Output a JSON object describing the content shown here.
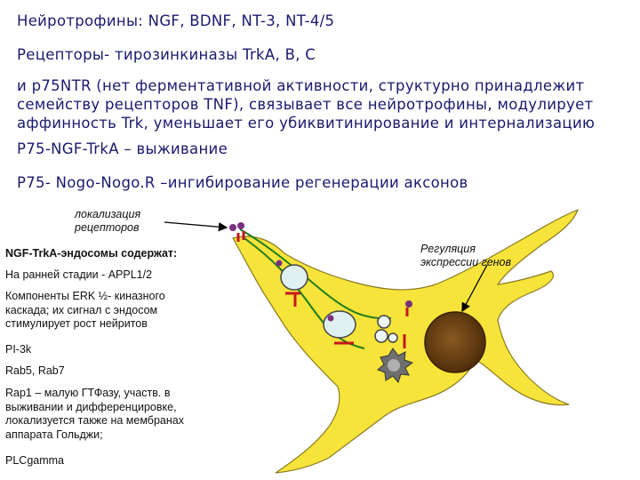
{
  "slide": {
    "line1": "Нейротрофины: NGF, BDNF, NT-3, NT-4/5",
    "line2": "Рецепторы- тирозинкиназы TrkA, B, C",
    "p75_paragraph": [
      "и p75NTR (нет ферментативной активности, структурно принадлежит",
      "семейству рецепторов TNF), связывает все нейротрофины, модулирует",
      "аффинность Trk, уменьшает его убиквитинирование и интернализацию"
    ],
    "line_survival": "P75-NGF-TrkA – выживание",
    "line_nogo": "P75- Nogo-Nogo.R –ингибирование регенерации аксонов"
  },
  "figure": {
    "receptor_label": [
      "локализация",
      "рецепторов"
    ],
    "gene_label": [
      "Регуляция",
      "экспрессии генов"
    ],
    "colors": {
      "cell_fill": "#f6e43a",
      "cell_stroke": "#8a7a20",
      "axon_line": "#1f7a1f",
      "receptor": "#c4161c",
      "ligand": "#7b2f7e",
      "nucleus": "#6b4416",
      "vesicle": "#dff0f2"
    }
  },
  "endosomes": {
    "title": "NGF-TrkA-эндосомы содержат:",
    "items": [
      [
        "На ранней стадии - APPL1/2"
      ],
      [
        "Компоненты ERK ½- киназного",
        "каскада; их сигнал с эндосом",
        "стимулирует рост нейритов"
      ],
      [
        "PI-3k"
      ],
      [
        "Rab5, Rab7"
      ],
      [
        "Rap1 – малую ГТФазу, участв. в",
        "выживании и дифференцировке,",
        "локализуется также на мембранах",
        "аппарата Гольджи;"
      ],
      [
        "PLCgamma"
      ]
    ]
  }
}
